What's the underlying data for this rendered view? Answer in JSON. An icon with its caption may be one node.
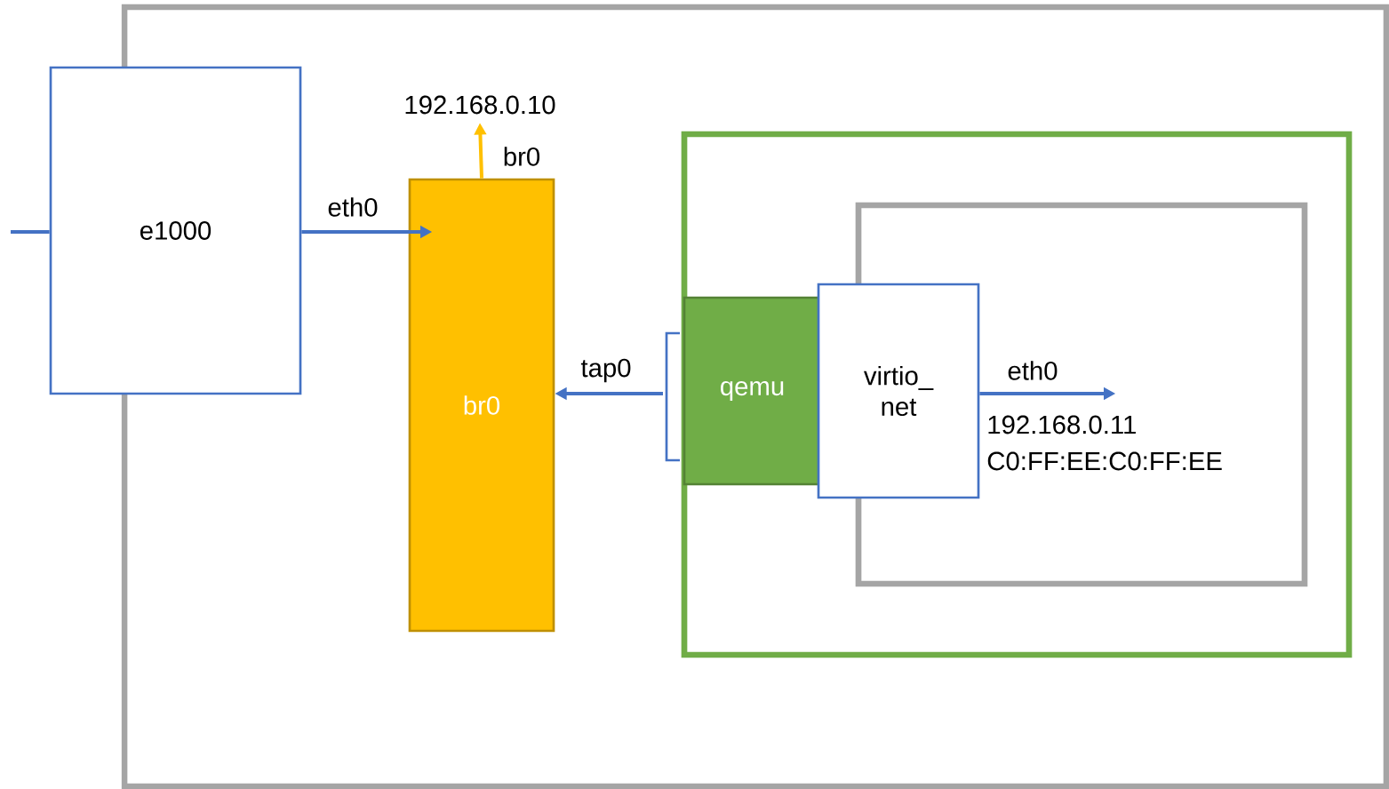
{
  "diagram": {
    "nodes": [
      {
        "text": [],
        "shape": "box"
      },
      {
        "text": [
          "e1000"
        ]
      },
      {
        "text": [
          "br0"
        ],
        "in": 0
      },
      {
        "text": [],
        "shape": "box",
        "in": 0
      },
      {
        "text": [],
        "shape": "box",
        "in": 3
      },
      {
        "text": [
          "qemu"
        ],
        "in": 3
      },
      {
        "text": [
          "virtio_ net"
        ],
        "in": 3
      },
      {
        "text": [
          "192.168.0.10"
        ],
        "in": 0
      }
    ],
    "edges": [
      {
        "from": null,
        "to": 1,
        "arrow": "none"
      },
      {
        "from": 1,
        "to": 2,
        "arrow": "to",
        "label": "eth0"
      },
      {
        "from": 2,
        "to": 7,
        "arrow": "to",
        "label": "br0",
        "color": "#ffc000"
      },
      {
        "from": 5,
        "to": 2,
        "arrow": "to",
        "label": "tap0"
      },
      {
        "from": 6,
        "to": 4,
        "arrow": "to",
        "label": "eth0"
      }
    ],
    "labels": [
      "192.168.0.11",
      "C0:FF:EE:C0:FF:EE"
    ]
  }
}
